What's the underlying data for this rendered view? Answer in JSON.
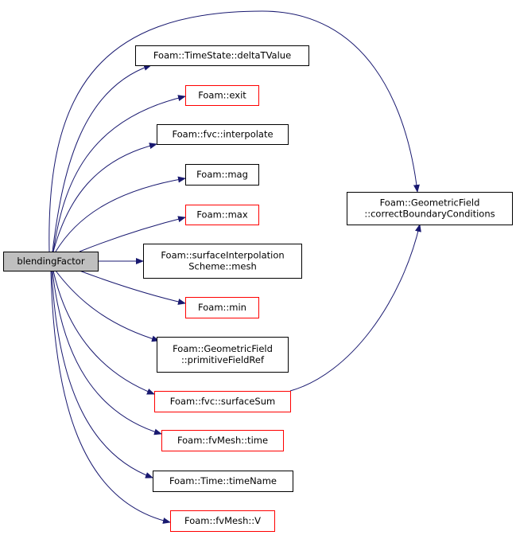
{
  "colors": {
    "edge": "#191970",
    "border_default": "#000000",
    "border_undocumented": "#ff0000",
    "root_fill": "#bfbfbf",
    "node_fill": "#ffffff"
  },
  "nodes": [
    {
      "id": "root",
      "lines": [
        "blendingFactor"
      ],
      "style": "root"
    },
    {
      "id": "deltaTValue",
      "lines": [
        "Foam::TimeState::deltaTValue"
      ],
      "style": "default"
    },
    {
      "id": "exit",
      "lines": [
        "Foam::exit"
      ],
      "style": "undocumented"
    },
    {
      "id": "interpolate",
      "lines": [
        "Foam::fvc::interpolate"
      ],
      "style": "default"
    },
    {
      "id": "mag",
      "lines": [
        "Foam::mag"
      ],
      "style": "default"
    },
    {
      "id": "max",
      "lines": [
        "Foam::max"
      ],
      "style": "undocumented"
    },
    {
      "id": "mesh",
      "lines": [
        "Foam::surfaceInterpolation",
        "Scheme::mesh"
      ],
      "style": "default"
    },
    {
      "id": "min",
      "lines": [
        "Foam::min"
      ],
      "style": "undocumented"
    },
    {
      "id": "primitiveFieldRef",
      "lines": [
        "Foam::GeometricField",
        "::primitiveFieldRef"
      ],
      "style": "default"
    },
    {
      "id": "surfaceSum",
      "lines": [
        "Foam::fvc::surfaceSum"
      ],
      "style": "undocumented"
    },
    {
      "id": "time",
      "lines": [
        "Foam::fvMesh::time"
      ],
      "style": "undocumented"
    },
    {
      "id": "timeName",
      "lines": [
        "Foam::Time::timeName"
      ],
      "style": "default"
    },
    {
      "id": "V",
      "lines": [
        "Foam::fvMesh::V"
      ],
      "style": "undocumented"
    },
    {
      "id": "correctBoundaryConditions",
      "lines": [
        "Foam::GeometricField",
        "::correctBoundaryConditions"
      ],
      "style": "default"
    }
  ],
  "edges": [
    {
      "from": "root",
      "to": "deltaTValue"
    },
    {
      "from": "root",
      "to": "exit"
    },
    {
      "from": "root",
      "to": "interpolate"
    },
    {
      "from": "root",
      "to": "mag"
    },
    {
      "from": "root",
      "to": "max"
    },
    {
      "from": "root",
      "to": "mesh"
    },
    {
      "from": "root",
      "to": "min"
    },
    {
      "from": "root",
      "to": "primitiveFieldRef"
    },
    {
      "from": "root",
      "to": "surfaceSum"
    },
    {
      "from": "root",
      "to": "time"
    },
    {
      "from": "root",
      "to": "timeName"
    },
    {
      "from": "root",
      "to": "V"
    },
    {
      "from": "root",
      "to": "correctBoundaryConditions"
    },
    {
      "from": "surfaceSum",
      "to": "correctBoundaryConditions"
    }
  ]
}
